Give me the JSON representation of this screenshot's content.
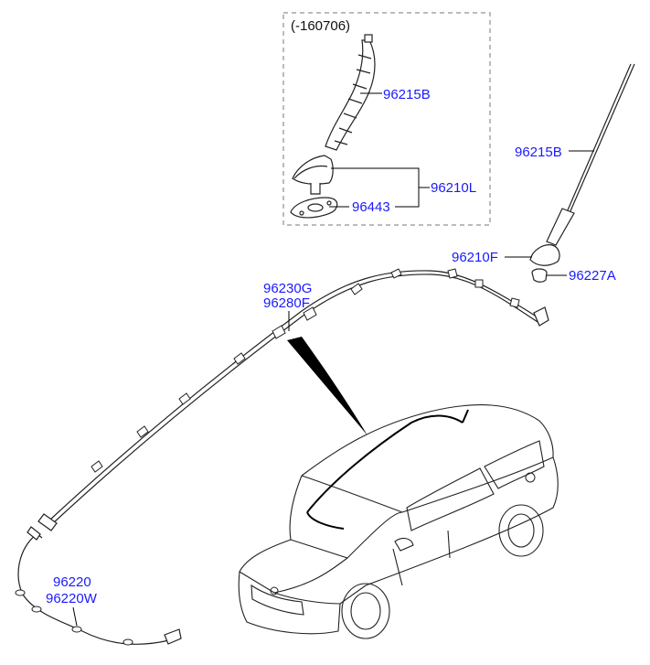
{
  "colors": {
    "callout": "#1a1aff",
    "line": "#000000",
    "frame": "#777777"
  },
  "inset": {
    "note": "(-160706)"
  },
  "parts": {
    "mast_short": "96215B",
    "antenna_base_assy": "96210L",
    "gasket": "96443",
    "mast_long": "96215B",
    "base_cover": "96210F",
    "plug": "96227A",
    "feeder_a": "96230G",
    "feeder_b": "96280F",
    "cable_a": "96220",
    "cable_b": "96220W"
  }
}
